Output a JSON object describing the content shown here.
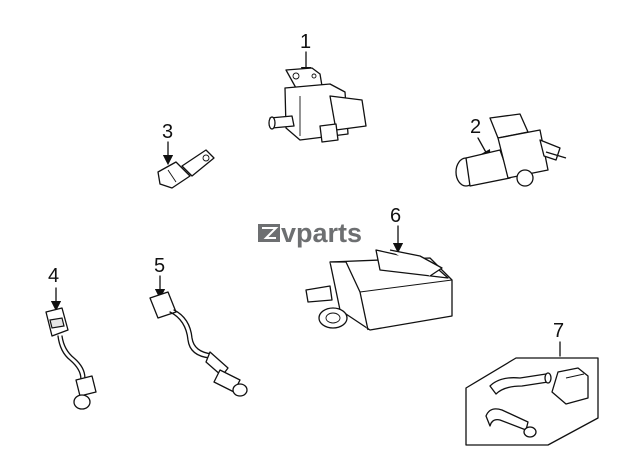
{
  "watermark": {
    "text": "vparts",
    "color": "#6d6f71"
  },
  "callouts": {
    "c1": "1",
    "c2": "2",
    "c3": "3",
    "c4": "4",
    "c5": "5",
    "c6": "6",
    "c7": "7"
  },
  "colors": {
    "line": "#111111",
    "background": "#ffffff"
  }
}
